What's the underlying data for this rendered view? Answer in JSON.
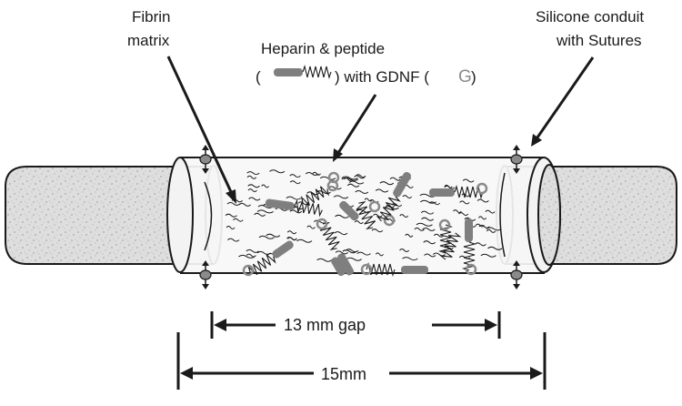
{
  "labels": {
    "fibrin_1": "Fibrin",
    "fibrin_2": "matrix",
    "heparin_1": "Heparin & peptide",
    "heparin_open": "(",
    "heparin_rest": ") with GDNF (",
    "heparin_g": "G",
    "heparin_close": ")",
    "silicone_1": "Silicone conduit",
    "silicone_2": "with Sutures",
    "gap": "13 mm gap",
    "total": "15mm"
  },
  "colors": {
    "nerve_fill": "#dcdcdc",
    "conduit_fill": "#f7f7f7",
    "rod": "#7f7f7f",
    "ink": "#1a1a1a",
    "gdnf": "#8a8a8a"
  },
  "icons": [
    "suture-icon",
    "peptide-rod-icon",
    "heparin-spring-icon",
    "gdnf-molecule-icon"
  ]
}
